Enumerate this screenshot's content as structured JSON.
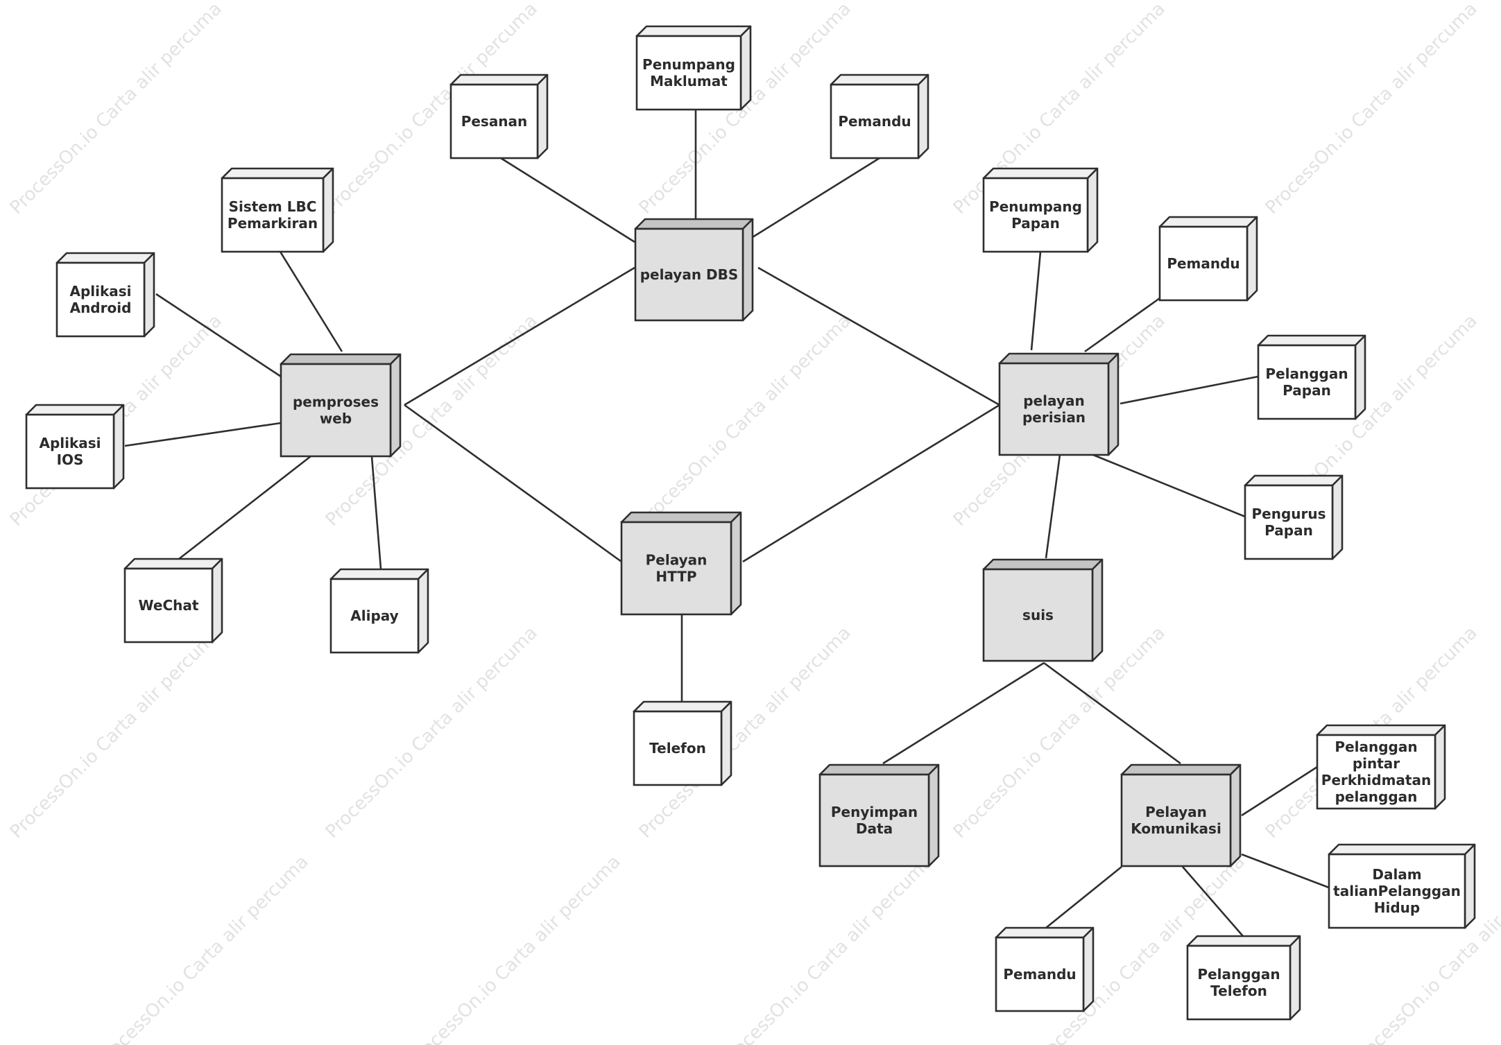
{
  "watermark": "ProcessOn.io Carta alir percuma",
  "colors": {
    "white_face": "#ffffff",
    "white_side": "#e8e8e8",
    "white_top": "#f0f0f0",
    "gray_face": "#e0e0e0",
    "gray_side": "#d0d0d0",
    "gray_top": "#c4c4c4",
    "stroke": "#2e2e2e"
  },
  "nodes": [
    {
      "id": "pesanan",
      "style": "white",
      "lines": [
        "Pesanan"
      ]
    },
    {
      "id": "penumpang-maklumat",
      "style": "white",
      "lines": [
        "Penumpang",
        "Maklumat"
      ]
    },
    {
      "id": "pemandu-top",
      "style": "white",
      "lines": [
        "Pemandu"
      ]
    },
    {
      "id": "pelayan-dbs",
      "style": "gray",
      "lines": [
        "pelayan DBS"
      ]
    },
    {
      "id": "sistem-lbc",
      "style": "white",
      "lines": [
        "Sistem LBC",
        "Pemarkiran"
      ]
    },
    {
      "id": "aplikasi-android",
      "style": "white",
      "lines": [
        "Aplikasi",
        "Android"
      ]
    },
    {
      "id": "pemproses-web",
      "style": "gray",
      "lines": [
        "pemproses",
        "web"
      ]
    },
    {
      "id": "aplikasi-ios",
      "style": "white",
      "lines": [
        "Aplikasi",
        "IOS"
      ]
    },
    {
      "id": "wechat",
      "style": "white",
      "lines": [
        "WeChat"
      ]
    },
    {
      "id": "alipay",
      "style": "white",
      "lines": [
        "Alipay"
      ]
    },
    {
      "id": "pelayan-http",
      "style": "gray",
      "lines": [
        "Pelayan",
        "HTTP"
      ]
    },
    {
      "id": "telefon",
      "style": "white",
      "lines": [
        "Telefon"
      ]
    },
    {
      "id": "penumpang-papan",
      "style": "white",
      "lines": [
        "Penumpang",
        "Papan"
      ]
    },
    {
      "id": "pemandu-right",
      "style": "white",
      "lines": [
        "Pemandu"
      ]
    },
    {
      "id": "pelanggan-papan",
      "style": "white",
      "lines": [
        "Pelanggan",
        "Papan"
      ]
    },
    {
      "id": "pengurus-papan",
      "style": "white",
      "lines": [
        "Pengurus",
        "Papan"
      ]
    },
    {
      "id": "pelayan-perisian",
      "style": "gray",
      "lines": [
        "pelayan",
        "perisian"
      ]
    },
    {
      "id": "suis",
      "style": "gray",
      "lines": [
        "suis"
      ]
    },
    {
      "id": "penyimpan-data",
      "style": "gray",
      "lines": [
        "Penyimpan",
        "Data"
      ]
    },
    {
      "id": "pelayan-komunikasi",
      "style": "gray",
      "lines": [
        "Pelayan",
        "Komunikasi"
      ]
    },
    {
      "id": "pelanggan-pintar",
      "style": "white",
      "lines": [
        "Pelanggan",
        "pintar",
        "Perkhidmatan",
        "pelanggan"
      ]
    },
    {
      "id": "dalam-talian",
      "style": "white",
      "lines": [
        "Dalam",
        "talianPelanggan",
        "Hidup"
      ]
    },
    {
      "id": "pemandu-bottom",
      "style": "white",
      "lines": [
        "Pemandu"
      ]
    },
    {
      "id": "pelanggan-telefon",
      "style": "white",
      "lines": [
        "Pelanggan",
        "Telefon"
      ]
    }
  ]
}
